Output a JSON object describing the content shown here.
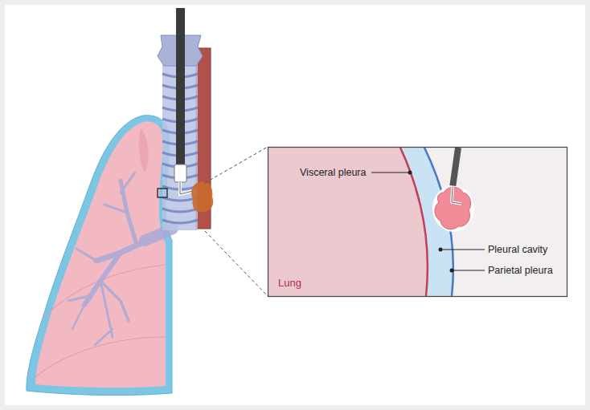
{
  "diagram": {
    "labels": [
      "Visceral pleura",
      "Pleural cavity",
      "Parietal pleura",
      "Lung"
    ]
  }
}
